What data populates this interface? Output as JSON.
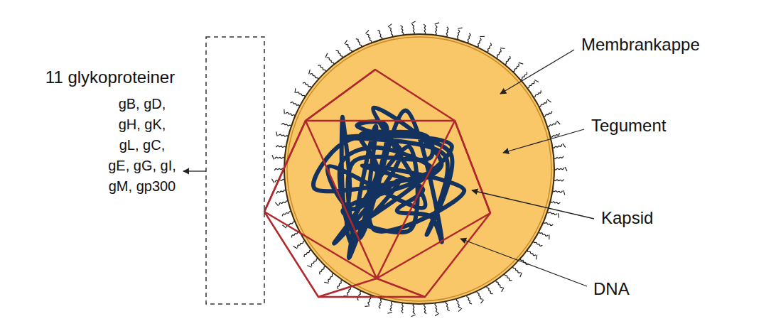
{
  "diagram": {
    "labels": [
      "11 glykoproteiner",
      "gB, gD, gH, gK, gL, gC, gE, gG, gI, gM, gp300",
      "Membrankappe",
      "Tegument",
      "Kapsid",
      "DNA"
    ]
  }
}
